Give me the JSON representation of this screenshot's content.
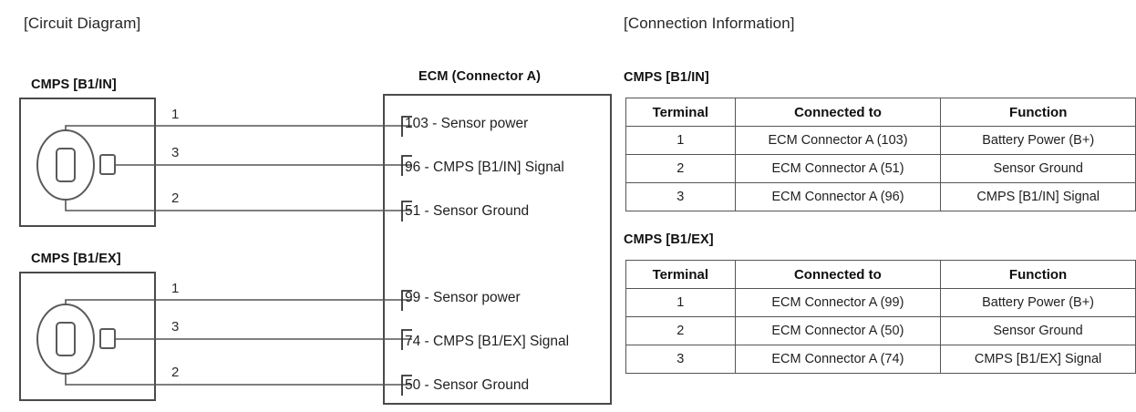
{
  "titles": {
    "circuit": "[Circuit Diagram]",
    "connection_info": "[Connection Information]"
  },
  "circuit_diagram": {
    "ecm_label": "ECM (Connector A)",
    "blocks": [
      {
        "sensor_label": "CMPS [B1/IN]",
        "pins": [
          {
            "pin": "1",
            "terminal": "103",
            "description": "103 - Sensor power"
          },
          {
            "pin": "3",
            "terminal": "96",
            "description": "96 - CMPS [B1/IN] Signal"
          },
          {
            "pin": "2",
            "terminal": "51",
            "description": "51 - Sensor Ground"
          }
        ]
      },
      {
        "sensor_label": "CMPS [B1/EX]",
        "pins": [
          {
            "pin": "1",
            "terminal": "99",
            "description": "99 - Sensor power"
          },
          {
            "pin": "3",
            "terminal": "74",
            "description": "74 - CMPS [B1/EX] Signal"
          },
          {
            "pin": "2",
            "terminal": "50",
            "description": "50 - Sensor Ground"
          }
        ]
      }
    ]
  },
  "connection_info": {
    "columns": [
      "Terminal",
      "Connected to",
      "Function"
    ],
    "tables": [
      {
        "heading": "CMPS [B1/IN]",
        "rows": [
          {
            "terminal": "1",
            "connected_to": "ECM Connector A (103)",
            "function": "Battery Power (B+)"
          },
          {
            "terminal": "2",
            "connected_to": "ECM Connector A (51)",
            "function": "Sensor Ground"
          },
          {
            "terminal": "3",
            "connected_to": "ECM Connector A (96)",
            "function": "CMPS [B1/IN] Signal"
          }
        ]
      },
      {
        "heading": "CMPS [B1/EX]",
        "rows": [
          {
            "terminal": "1",
            "connected_to": "ECM Connector A (99)",
            "function": "Battery Power (B+)"
          },
          {
            "terminal": "2",
            "connected_to": "ECM Connector A (50)",
            "function": "Sensor Ground"
          },
          {
            "terminal": "3",
            "connected_to": "ECM Connector A (74)",
            "function": "CMPS [B1/EX] Signal"
          }
        ]
      }
    ]
  }
}
